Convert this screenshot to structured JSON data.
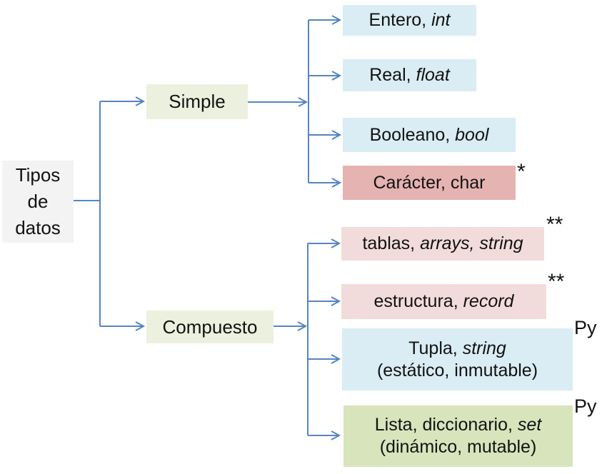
{
  "colors": {
    "connector": "#5585c2",
    "text": "#121212"
  },
  "root": {
    "bg": "#f3f3f3",
    "lines": [
      "Tipos",
      "de",
      "datos"
    ]
  },
  "branches": [
    {
      "label": "Simple",
      "bg": "#ebf1de",
      "parent": "Tipos de datos"
    },
    {
      "label": "Compuesto",
      "bg": "#ebf1de",
      "parent": "Tipos de datos"
    }
  ],
  "leaves": [
    {
      "pre": "Entero, ",
      "italic": "int",
      "line2": "",
      "annotation": "",
      "bg": "#daecf4",
      "parent": "Simple"
    },
    {
      "pre": "Real, ",
      "italic": "float",
      "line2": "",
      "annotation": "",
      "bg": "#daecf4",
      "parent": "Simple"
    },
    {
      "pre": "Booleano, ",
      "italic": "bool",
      "line2": "",
      "annotation": "",
      "bg": "#daecf4",
      "parent": "Simple"
    },
    {
      "pre": "Carácter, char",
      "italic": "",
      "line2": "",
      "annotation": "*",
      "bg": "#e5b3b1",
      "parent": "Simple"
    },
    {
      "pre": "tablas, ",
      "italic": "arrays, string",
      "line2": "",
      "annotation": "**",
      "bg": "#f2dcdb",
      "parent": "Compuesto"
    },
    {
      "pre": "estructura, ",
      "italic": "record",
      "line2": "",
      "annotation": "**",
      "bg": "#f2dcdb",
      "parent": "Compuesto"
    },
    {
      "pre": "Tupla, ",
      "italic": "string",
      "line2": "(estático, inmutable)",
      "annotation": "Py",
      "bg": "#daecf4",
      "parent": "Compuesto"
    },
    {
      "pre": "Lista, diccionario, ",
      "italic": "set",
      "line2": "(dinámico, mutable)",
      "annotation": "Py",
      "bg": "#d8e4bc",
      "parent": "Compuesto"
    }
  ]
}
